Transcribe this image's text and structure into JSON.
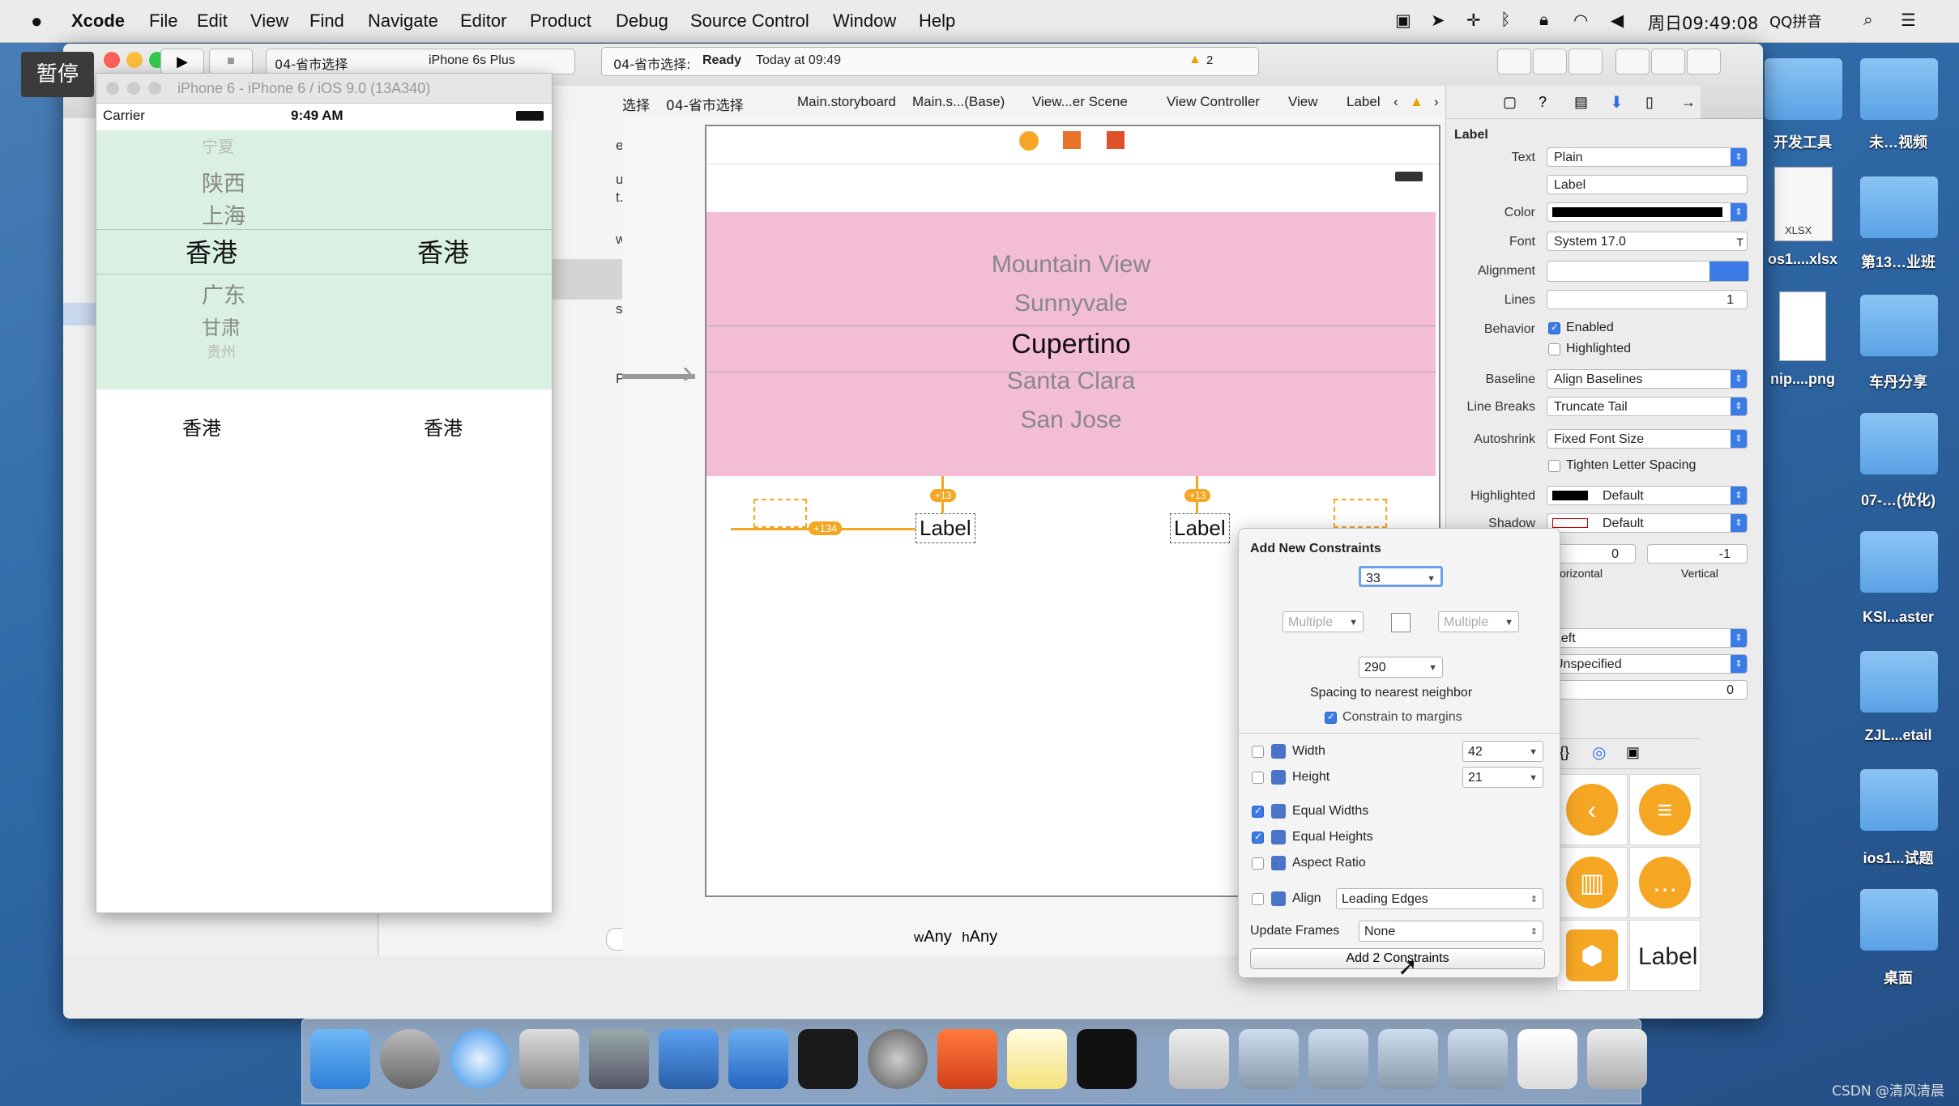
{
  "menubar": {
    "app": "Xcode",
    "items": [
      "File",
      "Edit",
      "View",
      "Find",
      "Navigate",
      "Editor",
      "Product",
      "Debug",
      "Source Control",
      "Window",
      "Help"
    ],
    "clock": "周日09:49:08",
    "input_method": "QQ拼音"
  },
  "overlay": {
    "pause": "暂停"
  },
  "toolbar": {
    "scheme": "04-省市选择",
    "device": "iPhone 6s Plus",
    "status_project": "04-省市选择:",
    "status_state": "Ready",
    "status_time": "Today at 09:49",
    "warnings": "2"
  },
  "jumpbar": {
    "crumbs": [
      "选择",
      "04-省市选择",
      "Main.storyboard",
      "Main.s...(Base)",
      "View...er Scene",
      "View Controller",
      "View",
      "Label"
    ]
  },
  "navigator": {
    "items": [
      "ene",
      "uide",
      "t...",
      "w",
      "s",
      "Point"
    ]
  },
  "simulator": {
    "title": "iPhone 6 - iPhone 6 / iOS 9.0 (13A340)",
    "carrier": "Carrier",
    "time": "9:49 AM",
    "picker_left": [
      "宁夏",
      "陕西",
      "上海",
      "香港",
      "广东",
      "甘肃",
      "贵州"
    ],
    "picker_right_selected": "香港",
    "label_left": "香港",
    "label_right": "香港"
  },
  "storyboard": {
    "picker_rows": [
      "Mountain View",
      "Sunnyvale",
      "Cupertino",
      "Santa Clara",
      "San Jose"
    ],
    "selected_row": "Cupertino",
    "label1": "Label",
    "label2": "Label",
    "badge_leading": "+134",
    "badge_top1": "+13",
    "badge_top2": "+13",
    "size_class_w": "Any",
    "size_class_h": "Any",
    "w_prefix": "w",
    "h_prefix": "h"
  },
  "inspector": {
    "section": "Label",
    "text_label": "Text",
    "text_value": "Plain",
    "text_content": "Label",
    "color_label": "Color",
    "font_label": "Font",
    "font_value": "System 17.0",
    "alignment_label": "Alignment",
    "lines_label": "Lines",
    "lines_value": "1",
    "behavior_label": "Behavior",
    "enabled": "Enabled",
    "highlighted_chk": "Highlighted",
    "baseline_label": "Baseline",
    "baseline_value": "Align Baselines",
    "linebreaks_label": "Line Breaks",
    "linebreaks_value": "Truncate Tail",
    "autoshrink_label": "Autoshrink",
    "autoshrink_value": "Fixed Font Size",
    "tighten": "Tighten Letter Spacing",
    "highlighted_label": "Highlighted",
    "highlighted_value": "Default",
    "shadow_label": "Shadow",
    "shadow_value": "Default",
    "offset_h": "0",
    "offset_v": "-1",
    "horizontal": "Horizontal",
    "vertical": "Vertical",
    "view_align": "Left",
    "view_unspecified": "Unspecified",
    "view_num": "0",
    "library_label": "Label"
  },
  "constraints": {
    "title": "Add New Constraints",
    "top": "33",
    "left": "Multiple",
    "right": "Multiple",
    "bottom": "290",
    "spacing_text": "Spacing to nearest neighbor",
    "margins": "Constrain to margins",
    "width_label": "Width",
    "width_value": "42",
    "height_label": "Height",
    "height_value": "21",
    "equal_widths": "Equal Widths",
    "equal_heights": "Equal Heights",
    "aspect_ratio": "Aspect Ratio",
    "align_label": "Align",
    "align_value": "Leading Edges",
    "update_frames_label": "Update Frames",
    "update_frames_value": "None",
    "add_button": "Add 2 Constraints"
  },
  "desktop": {
    "icons": [
      "开发工具",
      "未…视频",
      "os1....xlsx",
      "第13…业班",
      "nip....png",
      "车丹分享",
      "07-…(优化)",
      "KSI...aster",
      "ZJL...etail",
      "ios1...试题",
      "桌面"
    ],
    "xlsx_badge": "XLSX"
  },
  "watermark": "CSDN @清风清晨"
}
